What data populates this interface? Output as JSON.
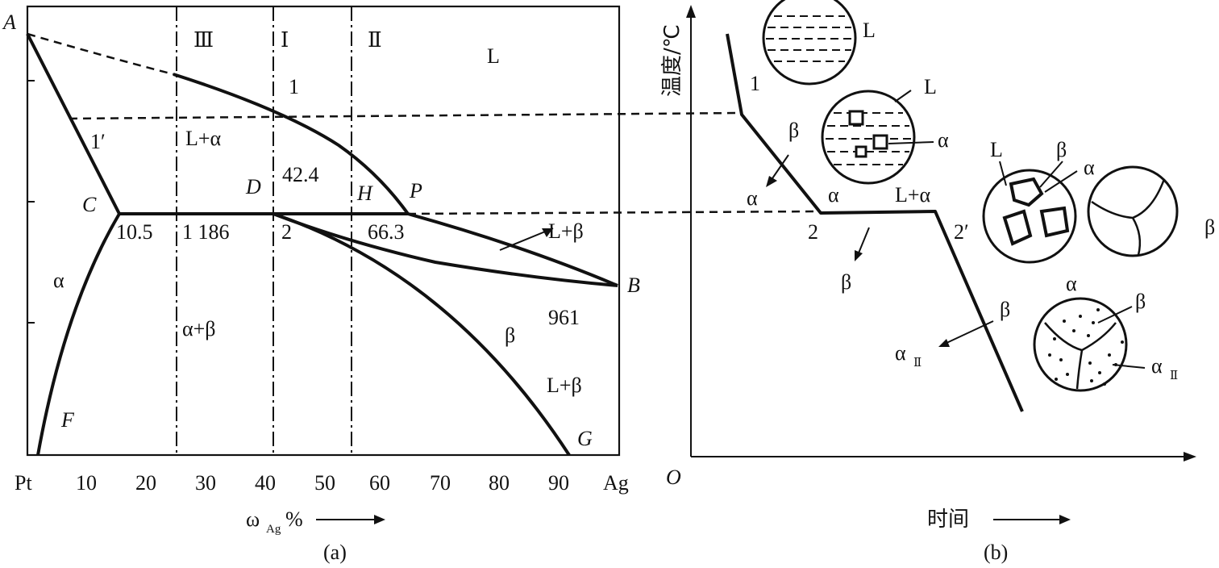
{
  "panel_a": {
    "caption": "(a)",
    "x_axis_label": "ω",
    "x_axis_subscript": "Ag",
    "x_axis_unit": "%",
    "x_ticks": [
      "Pt",
      "10",
      "20",
      "30",
      "40",
      "50",
      "60",
      "70",
      "80",
      "90",
      "Ag"
    ],
    "points": {
      "A": "A",
      "B": "B",
      "C": "C",
      "D": "D",
      "H": "H",
      "P": "P",
      "F": "F",
      "G": "G"
    },
    "alloy_lines": {
      "I": "Ⅰ",
      "II": "Ⅱ",
      "III": "Ⅲ"
    },
    "regions": {
      "L": "L",
      "L_alpha": "L+α",
      "alpha": "α",
      "alpha_beta": "α+β",
      "beta": "β",
      "L_beta_upper": "L+β",
      "L_beta_lower": "L+β"
    },
    "values": {
      "c_comp": "10.5",
      "peritectic_temp": "1 186",
      "p_comp": "42.4",
      "d_comp": "66.3",
      "ag_melting": "961"
    },
    "cooling_points": {
      "p1": "1",
      "p1p": "1′",
      "p2": "2"
    }
  },
  "panel_b": {
    "caption": "(b)",
    "y_axis_label": "温度/℃",
    "x_axis_label": "时间",
    "origin": "O",
    "curve_points": {
      "p1": "1",
      "p2": "2",
      "p2p": "2′"
    },
    "phase_labels": {
      "beta_top": "β",
      "alpha_arrow": "α",
      "alpha_mid": "α",
      "L_alpha": "L+α",
      "beta_arrow": "β",
      "beta_low": "β",
      "alpha_II_arrow": "α",
      "alpha_II_sub": "Ⅱ"
    },
    "micrographs": {
      "m1": {
        "L": "L"
      },
      "m2": {
        "L": "L",
        "alpha": "α"
      },
      "m3": {
        "L": "L",
        "beta": "β",
        "alpha_top": "α",
        "alpha_bottom": "α"
      },
      "m4": {
        "beta": "β"
      },
      "m5": {
        "beta": "β",
        "alpha_II": "α",
        "alpha_II_sub": "Ⅱ"
      }
    }
  }
}
